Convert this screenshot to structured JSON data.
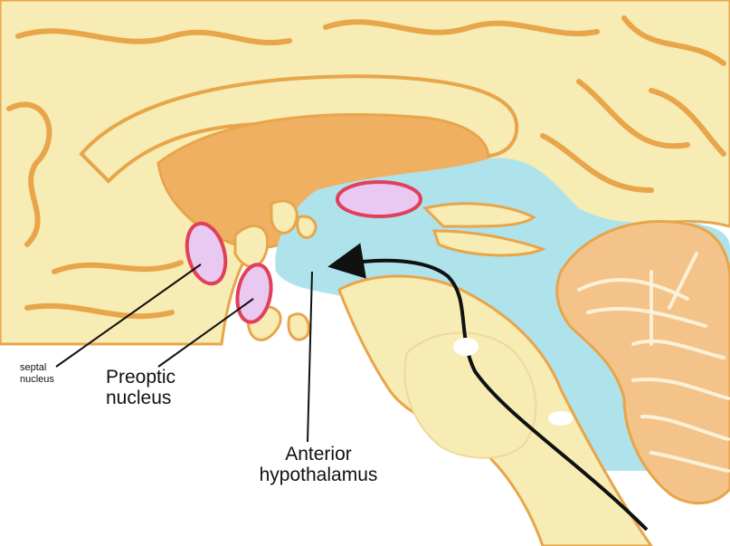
{
  "labels": {
    "septal": [
      "septal",
      "nucleus"
    ],
    "preoptic": [
      "Preoptic",
      "nucleus"
    ],
    "anterior": [
      "Anterior",
      "hypothalamus"
    ]
  },
  "colors": {
    "cortex_fill": "#f6ecb4",
    "cortex_outline": "#e8a54a",
    "thalamus": "#f0b062",
    "ventricle": "#aee3ec",
    "nucleus_fill": "#e9c8f2",
    "nucleus_ring": "#e0405a",
    "cerebellum": "#f3c38a",
    "arrow": "#111111"
  }
}
